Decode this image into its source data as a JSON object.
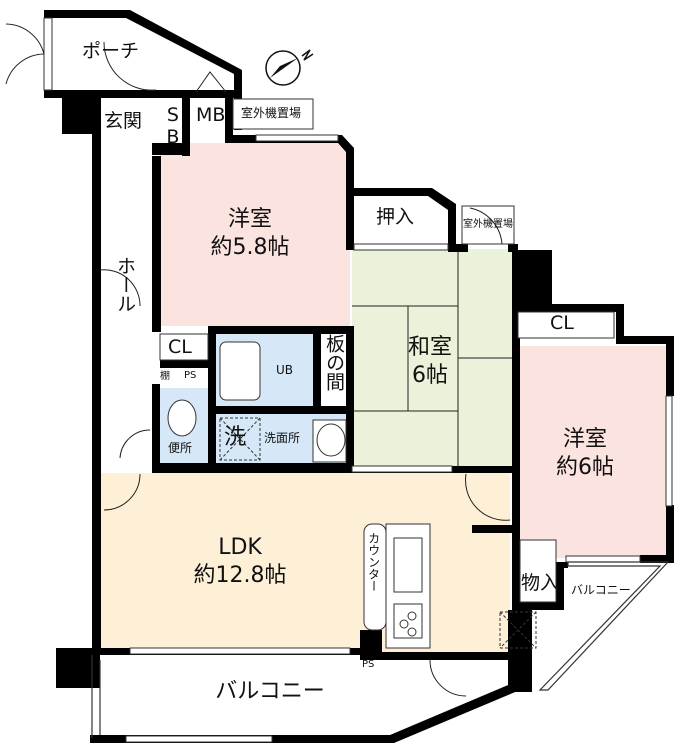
{
  "floor_plan": {
    "compass": {
      "label": "N",
      "icon": "north-arrow-icon"
    },
    "rooms": {
      "porch": {
        "name": "ポーチ"
      },
      "entrance": {
        "name": "玄関"
      },
      "shoe_box": {
        "name": "SB"
      },
      "meter_box": {
        "name": "MB"
      },
      "outdoor_unit_1": {
        "name": "室外機置場"
      },
      "outdoor_unit_2": {
        "name": "室外機置場"
      },
      "hall": {
        "name": "ホール"
      },
      "western_room_1": {
        "name": "洋室",
        "size": "約5.8帖",
        "color": "#fbe3df"
      },
      "closet_hall": {
        "name": "CL"
      },
      "shelf": {
        "name": "棚"
      },
      "ps_1": {
        "name": "PS"
      },
      "toilet": {
        "name": "便所",
        "color": "#d6e8f7"
      },
      "unit_bath": {
        "name": "UB",
        "color": "#d6e8f7"
      },
      "board_space": {
        "name": "板の間"
      },
      "washroom": {
        "name": "洗面所",
        "color": "#d6e8f7"
      },
      "washer": {
        "name": "洗"
      },
      "oshiire": {
        "name": "押入"
      },
      "japanese_room": {
        "name": "和室",
        "size": "6帖",
        "color": "#eaf2d9"
      },
      "closet_2": {
        "name": "CL"
      },
      "western_room_2": {
        "name": "洋室",
        "size": "約6帖",
        "color": "#fbe3df"
      },
      "storage": {
        "name": "物入"
      },
      "balcony_small": {
        "name": "バルコニー"
      },
      "ldk": {
        "name": "LDK",
        "size": "約12.8帖",
        "color": "#fdf0d7"
      },
      "counter": {
        "name": "カウンター"
      },
      "ps_2": {
        "name": "PS"
      },
      "balcony_main": {
        "name": "バルコニー"
      }
    }
  }
}
